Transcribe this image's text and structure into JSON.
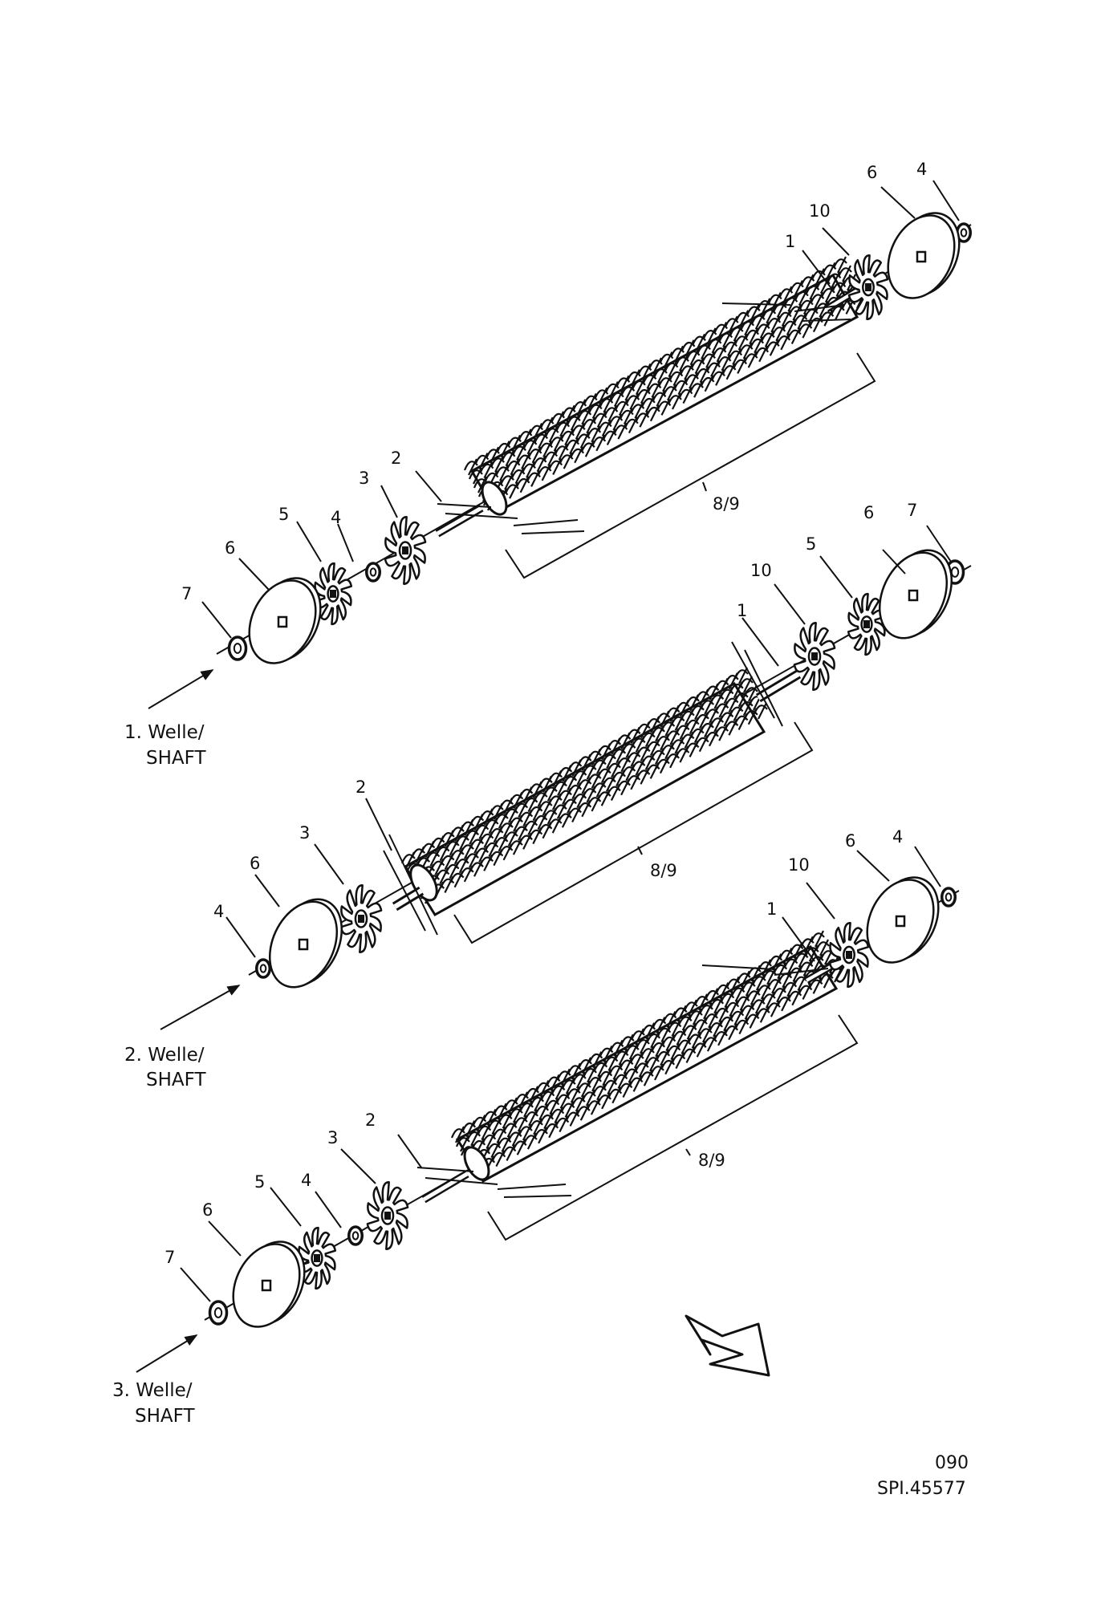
{
  "shafts": [
    {
      "caption_line1": "1. Welle/",
      "caption_line2": "SHAFT",
      "callouts": {
        "c1": "1",
        "c2": "2",
        "c3": "3",
        "c4a": "4",
        "c5": "5",
        "c6a": "6",
        "c7": "7",
        "c89": "8/9",
        "c10": "10",
        "c6b": "6",
        "c4b": "4"
      }
    },
    {
      "caption_line1": "2. Welle/",
      "caption_line2": "SHAFT",
      "callouts": {
        "c1": "1",
        "c2": "2",
        "c3": "3",
        "c4": "4",
        "c6a": "6",
        "c89": "8/9",
        "c10": "10",
        "c5": "5",
        "c6b": "6",
        "c7": "7"
      }
    },
    {
      "caption_line1": "3. Welle/",
      "caption_line2": "SHAFT",
      "callouts": {
        "c1": "1",
        "c2": "2",
        "c3": "3",
        "c4a": "4",
        "c5": "5",
        "c6a": "6",
        "c7": "7",
        "c89": "8/9",
        "c10": "10",
        "c6b": "6",
        "c4b": "4"
      }
    }
  ],
  "reference": {
    "page_no": "090",
    "drawing_no": "SPI.45577"
  }
}
